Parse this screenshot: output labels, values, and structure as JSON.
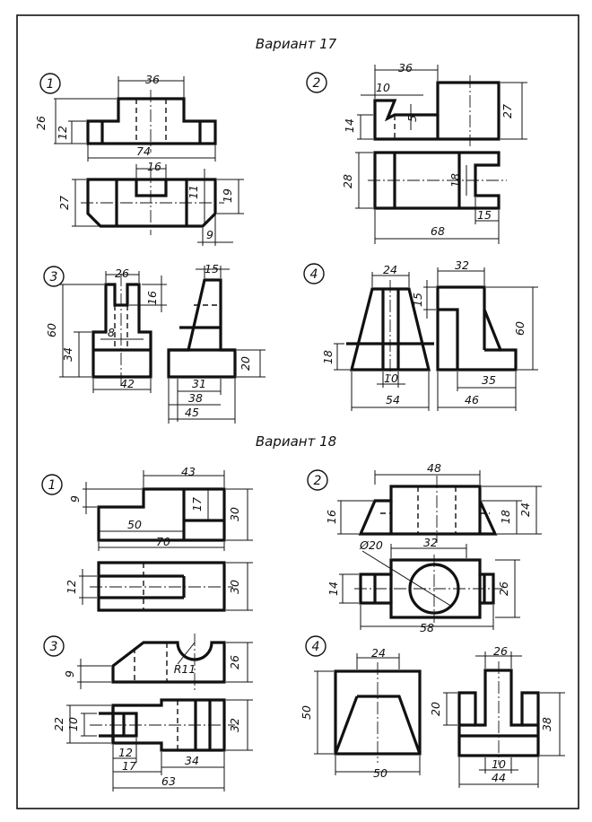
{
  "variants": [
    {
      "title": "Вариант 17",
      "tasks": [
        {
          "number": "1",
          "dims": [
            "36",
            "26",
            "12",
            "74",
            "16",
            "27",
            "11",
            "19",
            "9"
          ]
        },
        {
          "number": "2",
          "dims": [
            "36",
            "10",
            "14",
            "5",
            "27",
            "28",
            "18",
            "15",
            "68"
          ]
        },
        {
          "number": "3",
          "dims": [
            "26",
            "15",
            "16",
            "60",
            "8",
            "34",
            "20",
            "42",
            "31",
            "38",
            "45"
          ]
        },
        {
          "number": "4",
          "dims": [
            "24",
            "32",
            "15",
            "60",
            "18",
            "10",
            "35",
            "54",
            "46"
          ]
        }
      ]
    },
    {
      "title": "Вариант 18",
      "tasks": [
        {
          "number": "1",
          "dims": [
            "43",
            "9",
            "17",
            "30",
            "50",
            "70",
            "12",
            "30"
          ]
        },
        {
          "number": "2",
          "dims": [
            "48",
            "16",
            "18",
            "24",
            "Ø20",
            "32",
            "14",
            "26",
            "58"
          ]
        },
        {
          "number": "3",
          "dims": [
            "9",
            "R11",
            "26",
            "22",
            "10",
            "32",
            "12",
            "17",
            "34",
            "63"
          ]
        },
        {
          "number": "4",
          "dims": [
            "24",
            "26",
            "50",
            "20",
            "38",
            "50",
            "10",
            "44"
          ]
        }
      ]
    }
  ]
}
